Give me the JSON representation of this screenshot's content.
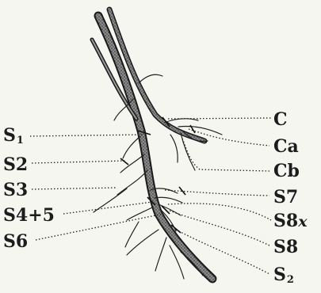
{
  "labels": {
    "left": [
      {
        "id": "s1",
        "main": "S",
        "sub": "1"
      },
      {
        "id": "s2",
        "main": "S2"
      },
      {
        "id": "s3",
        "main": "S3"
      },
      {
        "id": "s45",
        "main": "S4+5"
      },
      {
        "id": "s6",
        "main": "S6"
      }
    ],
    "right": [
      {
        "id": "c",
        "main": "C"
      },
      {
        "id": "ca",
        "main": "Ca"
      },
      {
        "id": "cb",
        "main": "Cb"
      },
      {
        "id": "s7",
        "main": "S7"
      },
      {
        "id": "s8x",
        "main": "S8",
        "suffix": "x"
      },
      {
        "id": "s8",
        "main": "S8"
      },
      {
        "id": "s2r",
        "main": "S",
        "sub": "2"
      }
    ]
  },
  "colors": {
    "background": "#f6f6f1",
    "ink": "#1c1c1c",
    "vessel_fill": "#6e6e6e"
  }
}
